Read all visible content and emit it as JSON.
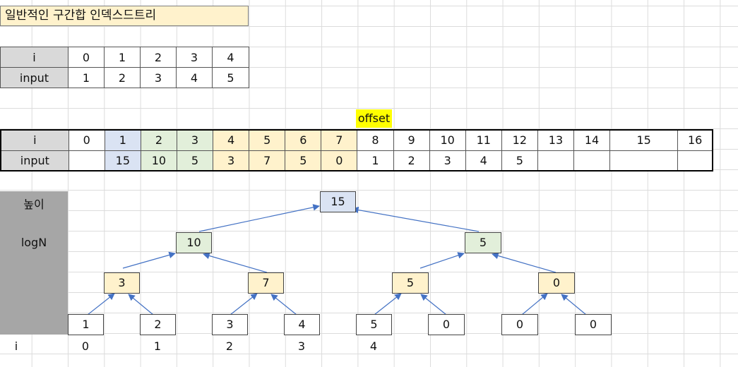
{
  "title": "일반적인 구간합 인덱스드트리",
  "table1": {
    "row_i": {
      "label": "i",
      "values": [
        "0",
        "1",
        "2",
        "3",
        "4"
      ]
    },
    "row_input": {
      "label": "input",
      "values": [
        "1",
        "2",
        "3",
        "4",
        "5"
      ]
    }
  },
  "offset_label": "offset",
  "table2": {
    "row_i": {
      "label": "i",
      "values": [
        "0",
        "1",
        "2",
        "3",
        "4",
        "5",
        "6",
        "7",
        "8",
        "9",
        "10",
        "11",
        "12",
        "13",
        "14",
        "15",
        "16"
      ]
    },
    "row_input": {
      "label": "input",
      "values": [
        "",
        "15",
        "10",
        "5",
        "3",
        "7",
        "5",
        "0",
        "1",
        "2",
        "3",
        "4",
        "5",
        "",
        "",
        "",
        ""
      ]
    }
  },
  "sidebar": {
    "height_label": "높이",
    "log_label": "logN"
  },
  "tree": {
    "root": "15",
    "level1": [
      "10",
      "5"
    ],
    "level2": [
      "3",
      "7",
      "5",
      "0"
    ],
    "leaves": [
      "1",
      "2",
      "3",
      "4",
      "5",
      "0",
      "0",
      "0"
    ]
  },
  "bottom_row": {
    "label": "i",
    "values": [
      "0",
      "1",
      "2",
      "3",
      "4"
    ]
  },
  "colors": {
    "blue": "#dae3f3",
    "green": "#e2efda",
    "yellow": "#fff2cc",
    "offset": "#ffff00",
    "sidebar": "#a6a6a6",
    "arrow": "#4472c4"
  }
}
